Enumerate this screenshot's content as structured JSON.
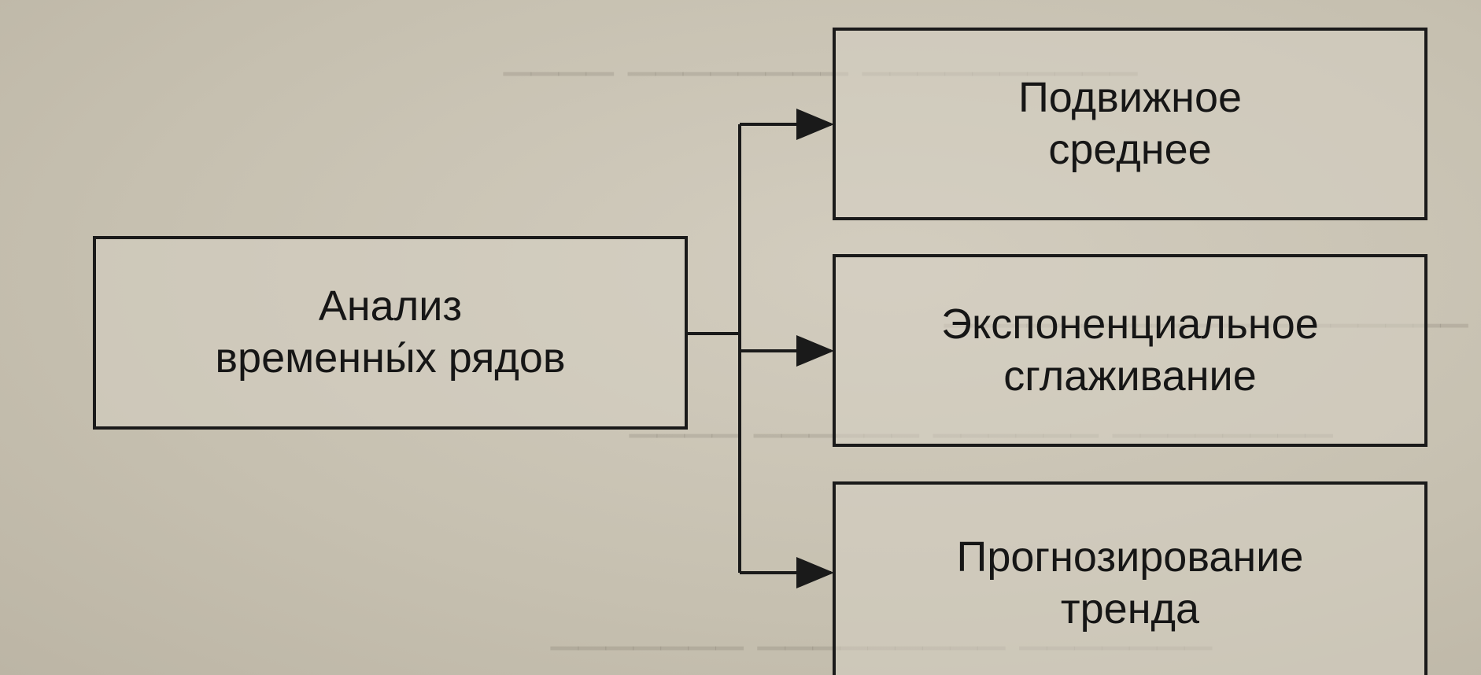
{
  "diagram": {
    "root": {
      "label_line1": "Анализ",
      "label_line2": "временны́х рядов"
    },
    "children": [
      {
        "label_line1": "Подвижное",
        "label_line2": "среднее"
      },
      {
        "label_line1": "Экспоненциальное",
        "label_line2": "сглаживание"
      },
      {
        "label_line1": "Прогнозирование",
        "label_line2": "тренда"
      }
    ]
  },
  "colors": {
    "paper": "#c9c3b4",
    "ink": "#1a1a1a"
  }
}
